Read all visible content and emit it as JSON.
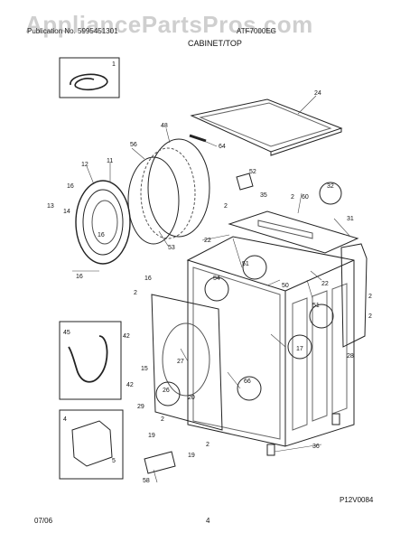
{
  "header": {
    "watermark": "AppliancePartsPros.com",
    "left_text": "Publication No. 5995451301",
    "right_text": "ATF7000EG",
    "section_title": "CABINET/TOP"
  },
  "footer": {
    "date": "07/06",
    "page": "4",
    "diagram_code": "P12V0084"
  },
  "callouts": {
    "c1": "1",
    "c24": "24",
    "c48": "48",
    "c56": "56",
    "c64": "64",
    "c12": "12",
    "c11": "11",
    "c52": "52",
    "c32": "32",
    "c16a": "16",
    "c13": "13",
    "c14": "14",
    "c2a": "2",
    "c35": "35",
    "c2b": "2",
    "c60": "60",
    "c31": "31",
    "c16b": "16",
    "c22a": "22",
    "c53": "53",
    "c51a": "51",
    "c16c": "16",
    "c16d": "16",
    "c54": "54",
    "c50": "50",
    "c22b": "22",
    "c2c": "2",
    "c51b": "51",
    "c2d": "2",
    "c28": "28",
    "c17": "17",
    "c45": "45",
    "c42a": "42",
    "c15": "15",
    "c42b": "42",
    "c27": "27",
    "c26": "26",
    "c20": "20",
    "c66": "66",
    "c29": "29",
    "c4": "4",
    "c5": "5",
    "c19a": "19",
    "c19b": "19",
    "c36": "36",
    "c58": "58",
    "c2e": "2",
    "c2f": "2",
    "c2g": "2"
  }
}
